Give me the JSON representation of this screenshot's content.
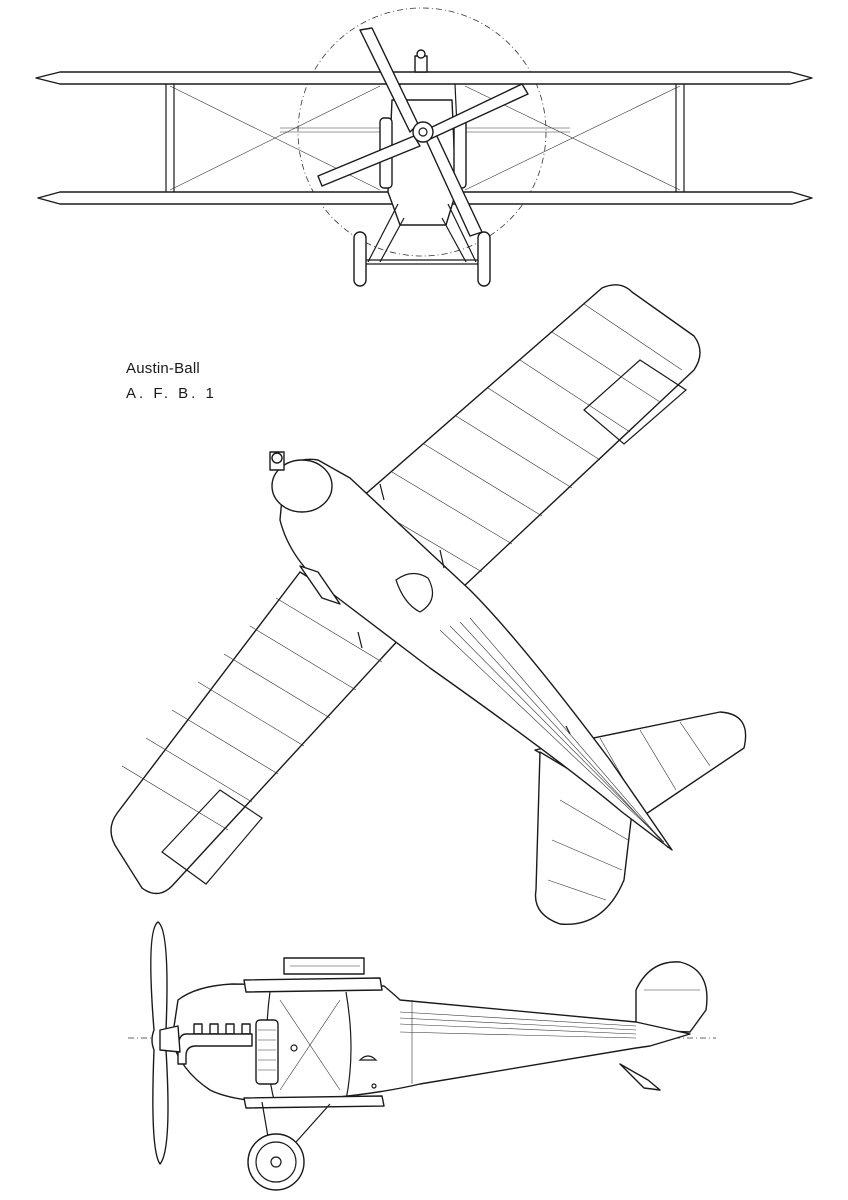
{
  "drawing": {
    "caption_name": "Austin-Ball",
    "caption_code": "A. F. B. 1",
    "views": [
      "front-view",
      "plan-view",
      "side-view"
    ],
    "line_color": "#1a1a1a",
    "background_color": "#ffffff"
  }
}
